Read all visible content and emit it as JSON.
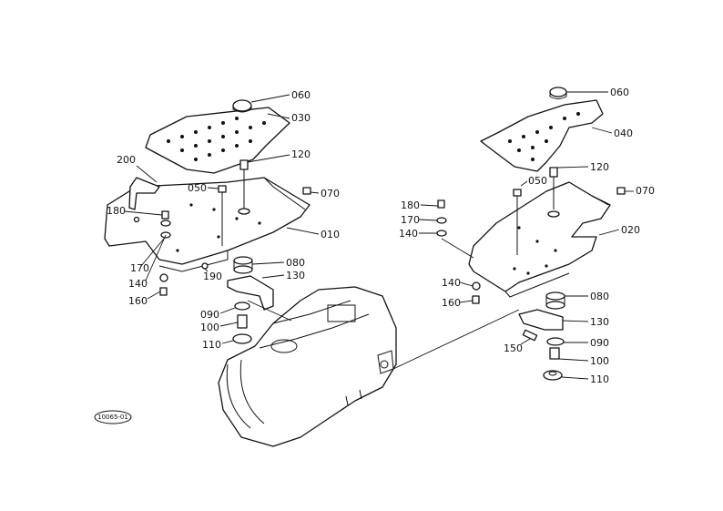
{
  "callouts": {
    "c060L": "060",
    "c030": "030",
    "c120L": "120",
    "c200": "200",
    "c050L": "050",
    "c070L": "070",
    "c180L": "180",
    "c010": "010",
    "c170L": "170",
    "c140L": "140",
    "c160L": "160",
    "c190": "190",
    "c080L": "080",
    "c130L": "130",
    "c090L": "090",
    "c100L": "100",
    "c110L": "110",
    "c060R": "060",
    "c040": "040",
    "c120R": "120",
    "c050R": "050",
    "c070R": "070",
    "c180R": "180",
    "c170R": "170",
    "c140Ra": "140",
    "c020": "020",
    "c140Rb": "140",
    "c160R": "160",
    "c080R": "080",
    "c130R": "130",
    "c150": "150",
    "c090R": "090",
    "c100R": "100",
    "c110R": "110"
  },
  "reference_stamp": "10065-01"
}
